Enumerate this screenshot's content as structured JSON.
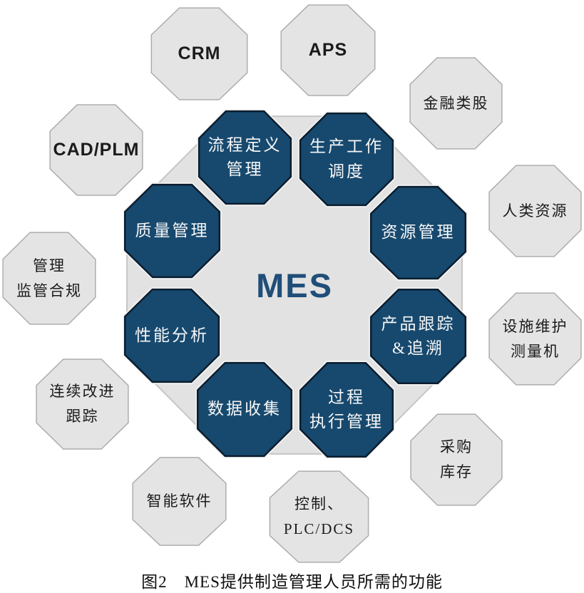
{
  "center": {
    "label": "MES"
  },
  "inner_nodes": [
    {
      "id": "process-definition-management",
      "label": "流程定义\n管理"
    },
    {
      "id": "production-work-scheduling",
      "label": "生产工作\n调度"
    },
    {
      "id": "resource-management",
      "label": "资源管理"
    },
    {
      "id": "product-tracking-traceability",
      "label": "产品跟踪\n&追溯"
    },
    {
      "id": "process-execution-management",
      "label": "过程\n执行管理"
    },
    {
      "id": "data-collection",
      "label": "数据收集"
    },
    {
      "id": "performance-analysis",
      "label": "性能分析"
    },
    {
      "id": "quality-management",
      "label": "质量管理"
    }
  ],
  "outer_nodes": [
    {
      "id": "crm",
      "label": "CRM"
    },
    {
      "id": "aps",
      "label": "APS"
    },
    {
      "id": "financial",
      "label": "金融类股"
    },
    {
      "id": "human-resources",
      "label": "人类资源"
    },
    {
      "id": "facility-maintenance",
      "label": "设施维护\n测量机"
    },
    {
      "id": "procurement-inventory",
      "label": "采购\n库存"
    },
    {
      "id": "control-plc-dcs",
      "label": "控制、\nPLC/DCS"
    },
    {
      "id": "intelligent-software",
      "label": "智能软件"
    },
    {
      "id": "continuous-improvement",
      "label": "连续改进\n跟踪"
    },
    {
      "id": "regulatory-compliance",
      "label": "管理\n监管合规"
    },
    {
      "id": "cad-plm",
      "label": "CAD/PLM"
    }
  ],
  "caption": "图2　MES提供制造管理人员所需的功能",
  "colors": {
    "node_fill": "#17496E",
    "node_border": "#0B1D2E",
    "outer_fill": "#E4E4E4",
    "outer_border": "#ADADAD",
    "hub_fill": "#E2E2E2",
    "hub_border": "#C6C6C6",
    "center_text": "#1F4E79",
    "label_light": "#F7F7F7",
    "label_dark": "#1B1B1B",
    "caption_color": "#0E0E0E"
  }
}
